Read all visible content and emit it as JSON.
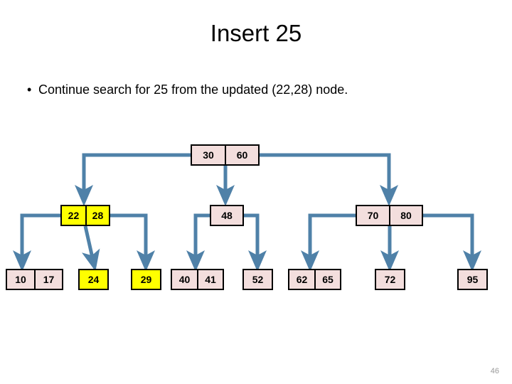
{
  "slide": {
    "title": "Insert 25",
    "page_number": "46",
    "bullet_marker": "•",
    "bullet_text": "Continue search for 25 from the updated (22,28) node."
  },
  "colors": {
    "node_fill": "#f3dedd",
    "node_highlight_fill": "#ffff00",
    "node_border": "#000000",
    "connector": "#4f81a8",
    "title_text": "#000000",
    "body_text": "#000000",
    "page_number_text": "#9a9a9a",
    "background": "#ffffff"
  },
  "tree": {
    "type": "b-tree",
    "levels": 3,
    "root": {
      "id": "root",
      "keys": [
        "30",
        "60"
      ],
      "highlighted": false
    },
    "internal": [
      {
        "id": "n-22-28",
        "keys": [
          "22",
          "28"
        ],
        "highlighted": true
      },
      {
        "id": "n-48",
        "keys": [
          "48"
        ],
        "highlighted": false
      },
      {
        "id": "n-70-80",
        "keys": [
          "70",
          "80"
        ],
        "highlighted": false
      }
    ],
    "leaves": [
      {
        "id": "leaf-10-17",
        "keys": [
          "10",
          "17"
        ],
        "highlighted": false
      },
      {
        "id": "leaf-24",
        "keys": [
          "24"
        ],
        "highlighted": true
      },
      {
        "id": "leaf-29",
        "keys": [
          "29"
        ],
        "highlighted": true
      },
      {
        "id": "leaf-40-41",
        "keys": [
          "40",
          "41"
        ],
        "highlighted": false
      },
      {
        "id": "leaf-52",
        "keys": [
          "52"
        ],
        "highlighted": false
      },
      {
        "id": "leaf-62-65",
        "keys": [
          "62",
          "65"
        ],
        "highlighted": false
      },
      {
        "id": "leaf-72",
        "keys": [
          "72"
        ],
        "highlighted": false
      },
      {
        "id": "leaf-95",
        "keys": [
          "95"
        ],
        "highlighted": false
      }
    ]
  }
}
